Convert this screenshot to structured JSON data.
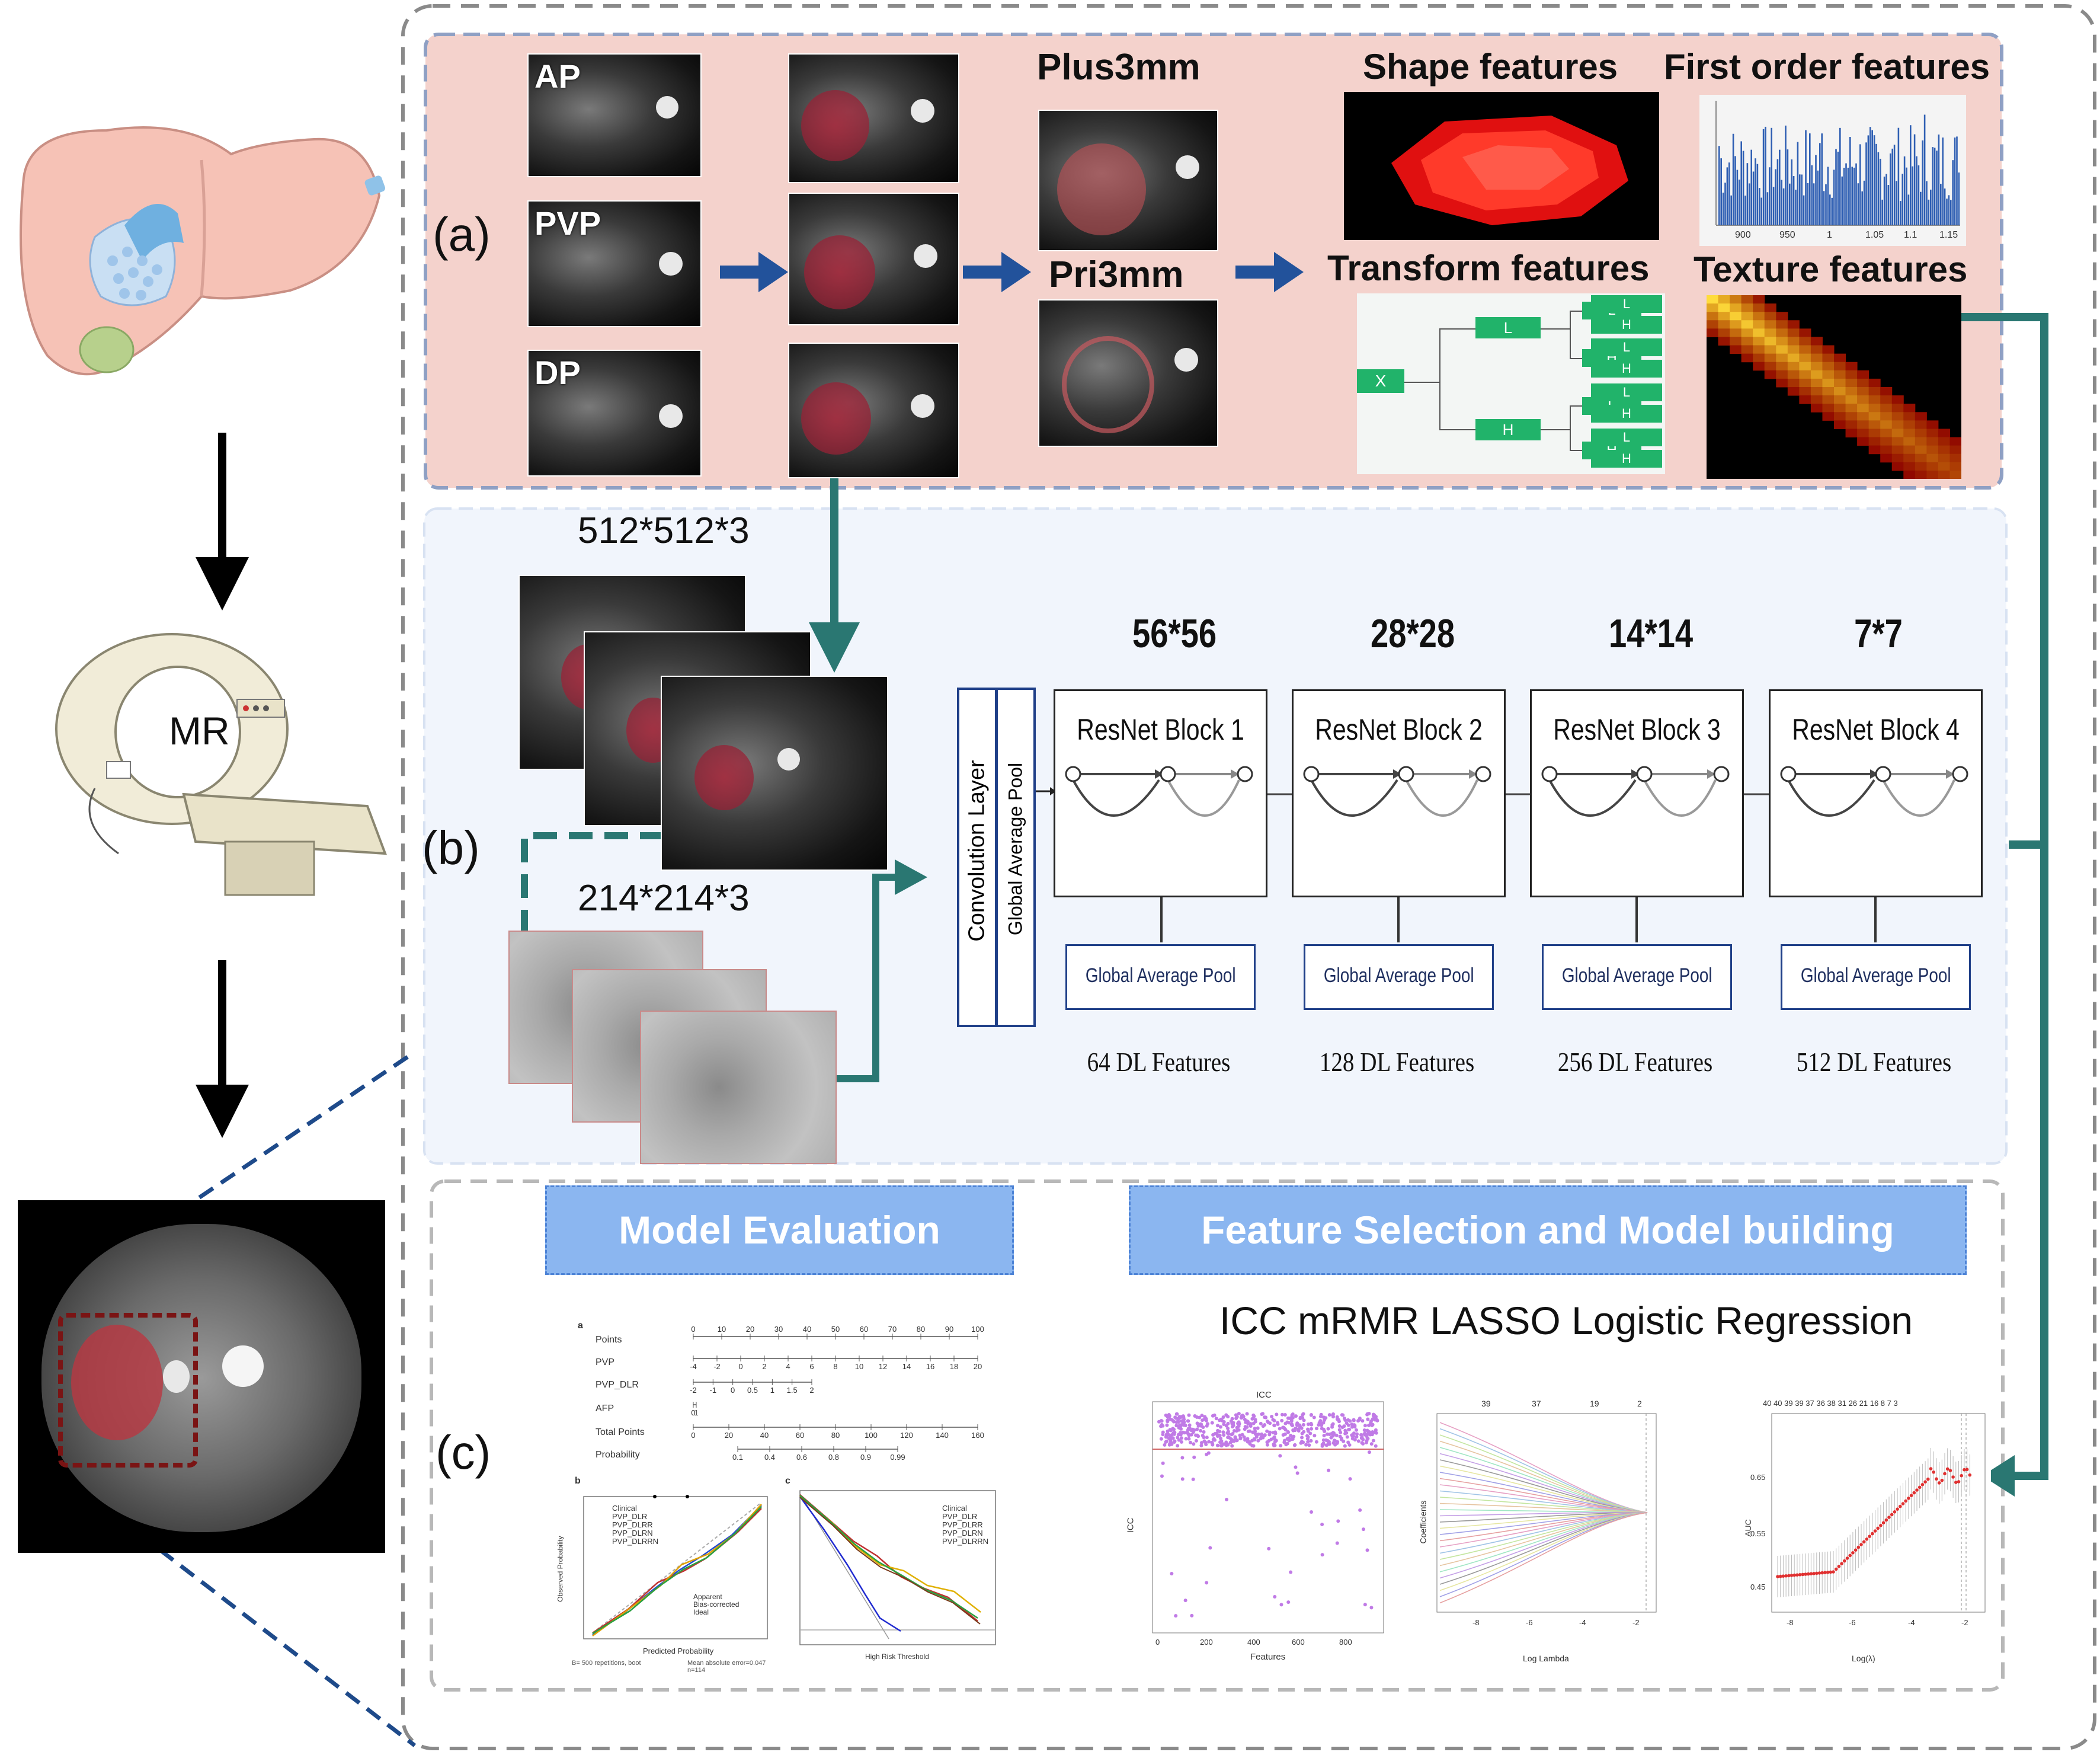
{
  "panels": {
    "a_label": "(a)",
    "b_label": "(b)",
    "c_label": "(c)"
  },
  "left": {
    "scanner_label": "MR"
  },
  "panel_a": {
    "phases": [
      "AP",
      "PVP",
      "DP"
    ],
    "plus_label": "Plus3mm",
    "pri_label": "Pri3mm",
    "shape": "Shape features",
    "first_order": "First order features",
    "transform": "Transform features",
    "texture": "Texture features",
    "tree": {
      "root": "X",
      "l1": [
        "L",
        "H"
      ],
      "l2": [
        "L",
        "H",
        "L",
        "H"
      ],
      "l3": [
        "L",
        "H",
        "L",
        "H",
        "L",
        "H",
        "L",
        "H"
      ]
    },
    "hist_ticks": [
      "900",
      "950",
      "1",
      "1.05",
      "1.1",
      "1.15"
    ]
  },
  "panel_b": {
    "input_size": "512*512*3",
    "patch_size": "214*214*3",
    "conv_label": "Convolution Layer",
    "gap_label": "Global Average Pool",
    "blocks": [
      {
        "size": "56*56",
        "name": "ResNet Block 1",
        "pool": "Global Average Pool",
        "features": "64 DL Features"
      },
      {
        "size": "28*28",
        "name": "ResNet Block 2",
        "pool": "Global Average Pool",
        "features": "128 DL Features"
      },
      {
        "size": "14*14",
        "name": "ResNet Block 3",
        "pool": "Global Average Pool",
        "features": "256 DL Features"
      },
      {
        "size": "7*7",
        "name": "ResNet Block 4",
        "pool": "Global Average Pool",
        "features": "512 DL Features"
      }
    ]
  },
  "panel_c": {
    "eval_title": "Model Evaluation",
    "select_title": "Feature Selection and Model building",
    "pipeline": "ICC mRMR LASSO Logistic Regression",
    "nomogram": {
      "tag": "a",
      "rows": [
        "Points",
        "PVP",
        "PVP_DLR",
        "AFP",
        "Total Points",
        "Probability"
      ],
      "points_ticks": [
        "0",
        "10",
        "20",
        "30",
        "40",
        "50",
        "60",
        "70",
        "80",
        "90",
        "100"
      ],
      "pvp_ticks": [
        "-4",
        "-2",
        "0",
        "2",
        "4",
        "6",
        "8",
        "10",
        "12",
        "14",
        "16",
        "18",
        "20"
      ],
      "dlr_ticks": [
        "-2",
        "-1",
        "0",
        "0.5",
        "1",
        "1.5",
        "2"
      ],
      "total_ticks": [
        "0",
        "20",
        "40",
        "60",
        "80",
        "100",
        "120",
        "140",
        "160"
      ],
      "prob_ticks": [
        "0.1",
        "0.4",
        "0.6",
        "0.8",
        "0.9",
        "0.99"
      ]
    },
    "calib": {
      "tag": "b",
      "legend": [
        "Clinical",
        "PVP_DLR",
        "PVP_DLRR",
        "PVP_DLRN",
        "PVP_DLRRN"
      ],
      "legend2": [
        "Apparent",
        "Bias-corrected",
        "Ideal"
      ],
      "xlabel": "Predicted Probability",
      "ylabel": "Observed Probability",
      "footer": "B= 500 repetitions, boot",
      "footer2": "Mean absolute error=0.047 n=114"
    },
    "dca": {
      "tag": "c",
      "legend": [
        "Clinical",
        "PVP_DLR",
        "PVP_DLRR",
        "PVP_DLRN",
        "PVP_DLRRN"
      ],
      "xlabel": "High Risk Threshold"
    },
    "icc_plot": {
      "title": "ICC",
      "ylabel": "ICC",
      "xlabel": "Features",
      "xticks": [
        "0",
        "200",
        "400",
        "600",
        "800"
      ]
    },
    "lasso_plot": {
      "ylabel": "Coefficients",
      "xlabel": "Log Lambda",
      "top_ticks": [
        "39",
        "37",
        "19",
        "2"
      ],
      "xticks": [
        "-8",
        "-6",
        "-4",
        "-2"
      ]
    },
    "auc_plot": {
      "ylabel": "AUC",
      "xlabel": "Log(λ)",
      "top_ticks": [
        "40",
        "40",
        "39",
        "39",
        "37",
        "36",
        "38",
        "31",
        "26",
        "21",
        "16",
        "8",
        "7",
        "3"
      ],
      "xticks": [
        "-8",
        "-6",
        "-4",
        "-2"
      ],
      "yticks": [
        "0.45",
        "0.55",
        "0.65"
      ]
    }
  },
  "colors": {
    "panel_a_bg": "#f4d2cc",
    "panel_b_bg": "#f1f5fc",
    "arrow_blue": "#22529b",
    "arrow_teal": "#2a7772",
    "button_blue": "#8bb6f0"
  }
}
